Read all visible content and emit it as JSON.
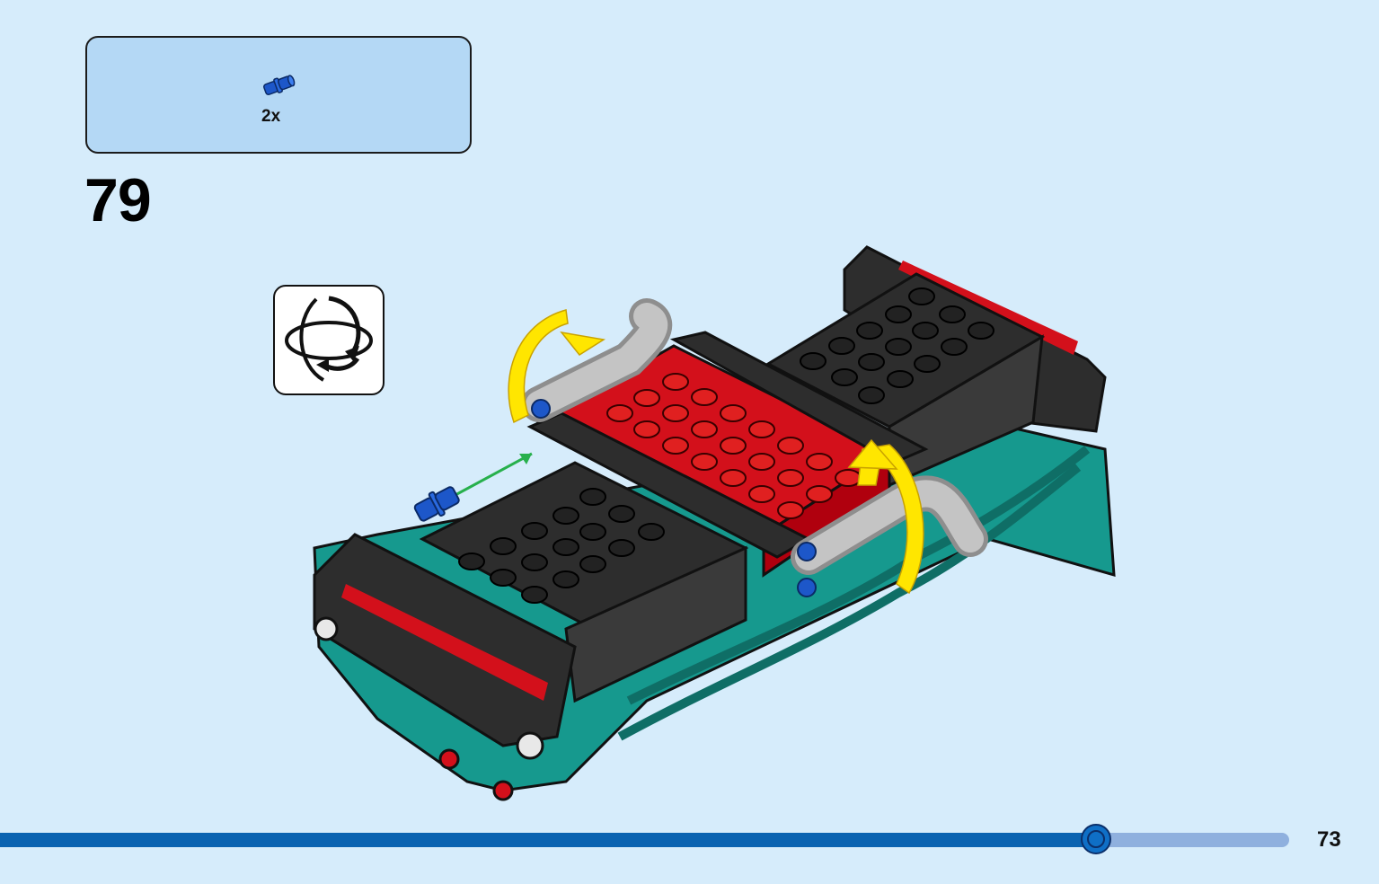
{
  "parts_callout": {
    "quantity": "2x",
    "part_icon": "blue-axle-pin-icon",
    "part_color": "#1d57c9"
  },
  "step": {
    "number": "79"
  },
  "rotate_hint": {
    "icon": "rotate-model-icon"
  },
  "illustration": {
    "subject": "lego-vehicle-chassis",
    "colors": {
      "red": "#d3101b",
      "black": "#2d2d2d",
      "teal": "#16998e",
      "gray": "#b9b9b9",
      "blue": "#1d57c9",
      "arrow_yellow": "#ffe600",
      "guide_green": "#27b04c"
    }
  },
  "progress": {
    "fraction": 0.85
  },
  "page": {
    "number": "73"
  },
  "colors": {
    "background": "#d6ecfb",
    "callout_bg": "#b4d8f5",
    "progress_fill": "#0a63b1",
    "progress_track": "#8fb0de"
  }
}
